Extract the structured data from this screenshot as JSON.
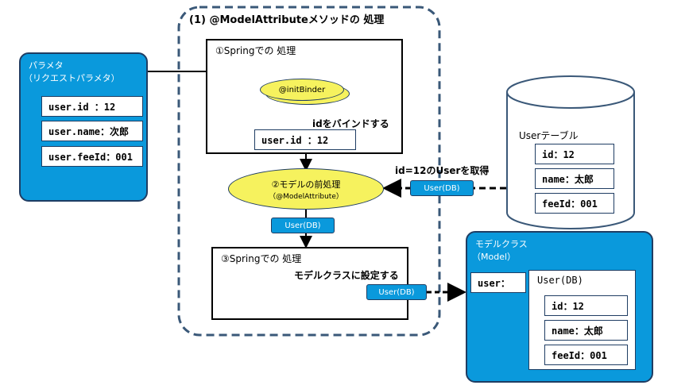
{
  "title": "(1) @ModelAttributeメソッドの 処理",
  "params_panel": {
    "title": "パラメタ",
    "subtitle": "（リクエストパラメタ）",
    "fields": [
      "user.id  ：12",
      "user.name：次郎",
      "user.feeId：001"
    ]
  },
  "spring_step1": {
    "title": "①Springでの 処理",
    "initbinder": "@initBinder",
    "bind_note": "idをバインドする",
    "field": "user.id  ：12"
  },
  "step2": {
    "line1": "②モデルの前処理",
    "line2": "（@ModelAttribute）"
  },
  "db_note": "id=12のUserを取得",
  "user_db_pill": "User(DB)",
  "user_db_pill2": "User(DB)",
  "user_db_pill3": "User(DB)",
  "db": {
    "title": "Userテーブル",
    "fields": [
      "id：12",
      "name：太郎",
      "feeId：001"
    ]
  },
  "spring_step3": {
    "title": "③Springでの 処理",
    "note": "モデルクラスに設定する"
  },
  "model_panel": {
    "title": "モデルクラス",
    "subtitle": "（Model）",
    "key": "user：",
    "inner_title": "User(DB)",
    "fields": [
      "id：12",
      "name：太郎",
      "feeId：001"
    ]
  },
  "colors": {
    "panel_blue": "#0a99dc",
    "oval_yellow": "#f6f25e",
    "border_navy": "#1f3d63"
  }
}
